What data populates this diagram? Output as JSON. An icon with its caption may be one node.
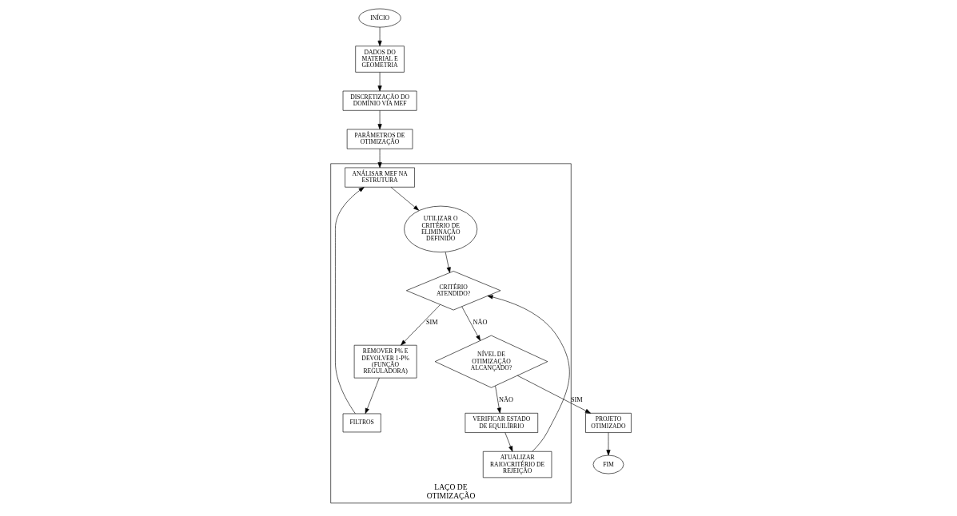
{
  "diagram": {
    "nodes": [
      {
        "text": [
          "INÍCIO"
        ]
      },
      {
        "text": [
          "DADOS DO MATERIAL E GEOMETRIA"
        ]
      },
      {
        "text": [
          "DISCRETIZAÇÃO DO DOMÍNIO VIA MEF"
        ]
      },
      {
        "text": [
          "PARÂMETROS DE OTIMIZAÇÃO"
        ]
      },
      {
        "text": [
          "LAÇO DE OTIMIZAÇÃO"
        ]
      },
      {
        "text": [
          "ANÁLISAR MEF NA ESTRUTURA"
        ],
        "in": 4
      },
      {
        "text": [
          "UTILIZAR O CRITÉRIO DE ELIMINAÇÃO DEFINIDO"
        ],
        "in": 4
      },
      {
        "text": [
          "CRITÉRIO ATENDIDO?"
        ],
        "in": 4
      },
      {
        "text": [
          "NÍVEL DE OTIMIZAÇÃO ALCANÇADO?"
        ],
        "in": 4
      },
      {
        "text": [
          "REMOVER P% E DEVOLVER 1-P% (FUNÇÃO REGULADORA)"
        ],
        "in": 4
      },
      {
        "text": [
          "VERIFICAR ESTADO DE EQUILÍBRIO"
        ],
        "in": 4
      },
      {
        "text": [
          "FILTROS"
        ],
        "in": 4
      },
      {
        "text": [
          "ATUALIZAR RAIO/CRITÉRIO DE REJEIÇÃO"
        ],
        "in": 4
      },
      {
        "text": [
          "PROJETO OTIMIZADO"
        ]
      },
      {
        "text": [
          "FIM"
        ]
      }
    ],
    "edges": [
      {
        "from": 0,
        "to": 1,
        "arrow": "to"
      },
      {
        "from": 1,
        "to": 2,
        "arrow": "to"
      },
      {
        "from": 2,
        "to": 3,
        "arrow": "to"
      },
      {
        "from": 3,
        "to": 5,
        "arrow": "to"
      },
      {
        "from": 5,
        "to": 6,
        "arrow": "to"
      },
      {
        "from": 6,
        "to": 7,
        "arrow": "to"
      },
      {
        "from": 7,
        "to": 8,
        "arrow": "to",
        "label": "NÃO"
      },
      {
        "from": 7,
        "to": 9,
        "arrow": "to",
        "label": "SIM"
      },
      {
        "from": 8,
        "to": 13,
        "arrow": "to",
        "label": "SIM"
      },
      {
        "from": 8,
        "to": 10,
        "arrow": "to",
        "label": "NÃO"
      },
      {
        "from": 9,
        "to": 11,
        "arrow": "to"
      },
      {
        "from": 11,
        "to": 5,
        "arrow": "to"
      },
      {
        "from": 10,
        "to": 12,
        "arrow": "to"
      },
      {
        "from": 12,
        "to": 7,
        "arrow": "to"
      },
      {
        "from": 13,
        "to": 14,
        "arrow": "to"
      }
    ]
  }
}
